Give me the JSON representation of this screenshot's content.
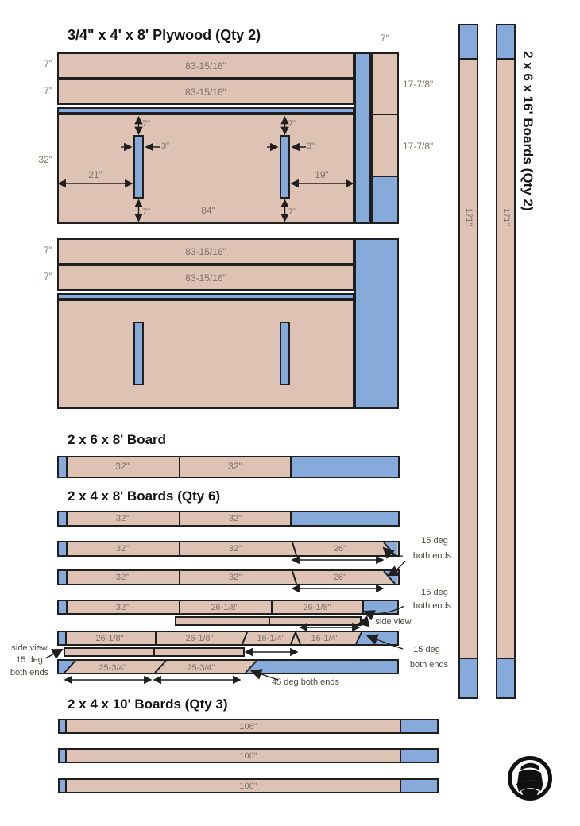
{
  "colors": {
    "bg": "#FFFFFF",
    "wood": "#DEC2B3",
    "waste": "#86ABDB",
    "outline": "#1F1F1F",
    "dim": "#7E756C",
    "note": "#4E4843",
    "title": "#141414"
  },
  "sections": {
    "plywood_title": "3/4\" x 4' x 8' Plywood (Qty 2)",
    "board_2x6x8_title": "2 x 6 x 8' Board",
    "boards_2x4x8_title": "2 x 4 x 8' Boards (Qty 6)",
    "boards_2x4x10_title": "2 x 4 x 10' Boards (Qty 3)",
    "boards_2x6x16_title": "2 x 6 x 16' Boards (Qty 2)"
  },
  "dims": {
    "d83_15_16": "83-15/16\"",
    "d7": "7\"",
    "d32": "32\"",
    "d84": "84\"",
    "d3": "3\"",
    "d21": "21\"",
    "d19": "19\"",
    "d17_7_8": "17-7/8\"",
    "d26": "26\"",
    "d26_1_8": "26-1/8\"",
    "d16_1_4": "16-1/4\"",
    "d25_3_4": "25-3/4\"",
    "d106": "106\"",
    "d171": "171\""
  },
  "notes": {
    "deg15": "15 deg",
    "both_ends": "both ends",
    "side_view": "side view",
    "deg45": "45 deg both ends"
  },
  "logo": {
    "icon": "woodworker-stamp-logo"
  }
}
